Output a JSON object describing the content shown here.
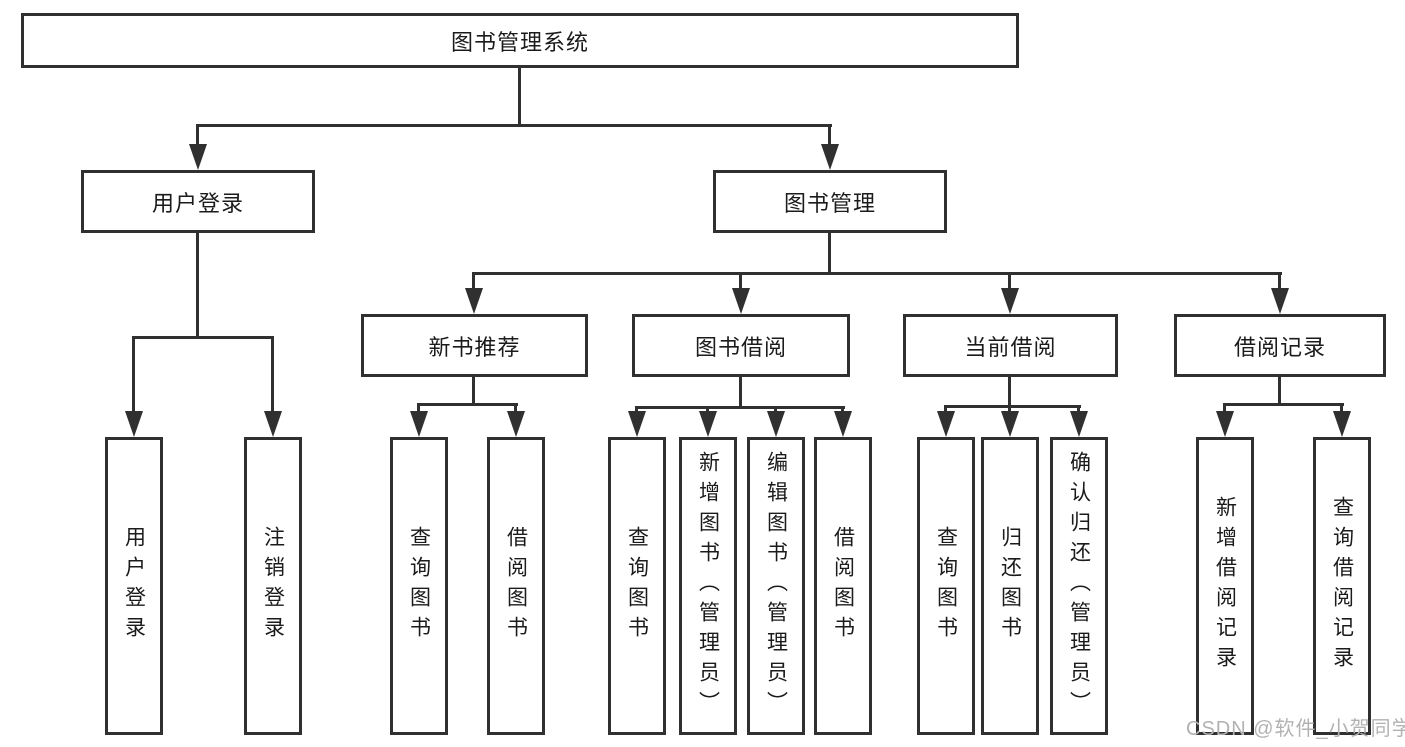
{
  "diagram": {
    "root": {
      "label": "图书管理系统"
    },
    "branches": [
      {
        "label": "用户登录",
        "children": [
          {
            "label": "用户登录"
          },
          {
            "label": "注销登录"
          }
        ]
      },
      {
        "label": "图书管理",
        "children": [
          {
            "label": "新书推荐",
            "children": [
              {
                "label": "查询图书"
              },
              {
                "label": "借阅图书"
              }
            ]
          },
          {
            "label": "图书借阅",
            "children": [
              {
                "label": "查询图书"
              },
              {
                "label": "新增图书（管理员）"
              },
              {
                "label": "编辑图书（管理员）"
              },
              {
                "label": "借阅图书"
              }
            ]
          },
          {
            "label": "当前借阅",
            "children": [
              {
                "label": "查询图书"
              },
              {
                "label": "归还图书"
              },
              {
                "label": "确认归还（管理员）"
              }
            ]
          },
          {
            "label": "借阅记录",
            "children": [
              {
                "label": "新增借阅记录"
              },
              {
                "label": "查询借阅记录"
              }
            ]
          }
        ]
      }
    ]
  },
  "watermark": {
    "text": "CSDN @软件_小贺同学"
  },
  "colors": {
    "line": "#303030",
    "text": "#1b1b1b",
    "watermark": "#b2b2b2",
    "background": "#ffffff"
  }
}
